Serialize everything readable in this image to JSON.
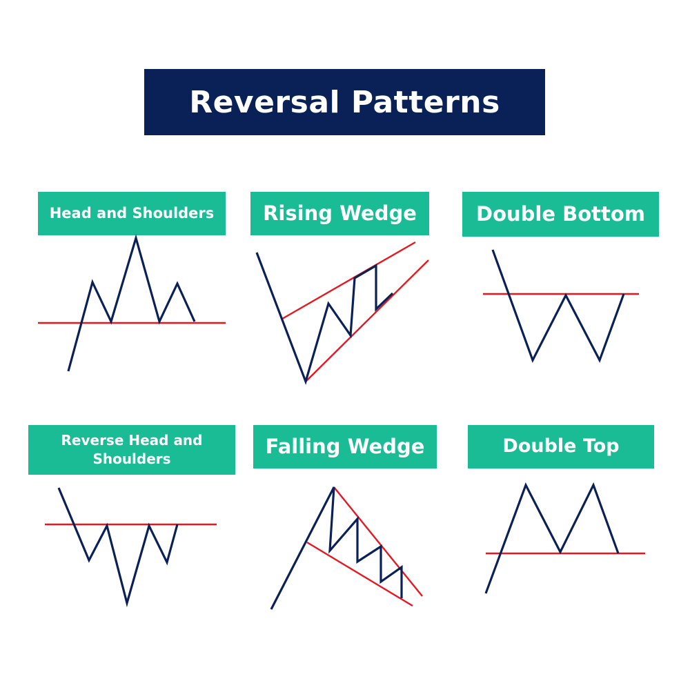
{
  "title": "Reversal Patterns",
  "colors": {
    "title_bg": "#0a2158",
    "label_bg": "#1abc96",
    "price_line": "#0a2158",
    "trend_line": "#e8161e"
  },
  "patterns": {
    "head_and_shoulders": {
      "label": "Head and Shoulders"
    },
    "rising_wedge": {
      "label": "Rising Wedge"
    },
    "double_bottom": {
      "label": "Double Bottom"
    },
    "reverse_head_and_shoulders": {
      "label": "Reverse Head and Shoulders"
    },
    "falling_wedge": {
      "label": "Falling Wedge"
    },
    "double_top": {
      "label": "Double Top"
    }
  }
}
